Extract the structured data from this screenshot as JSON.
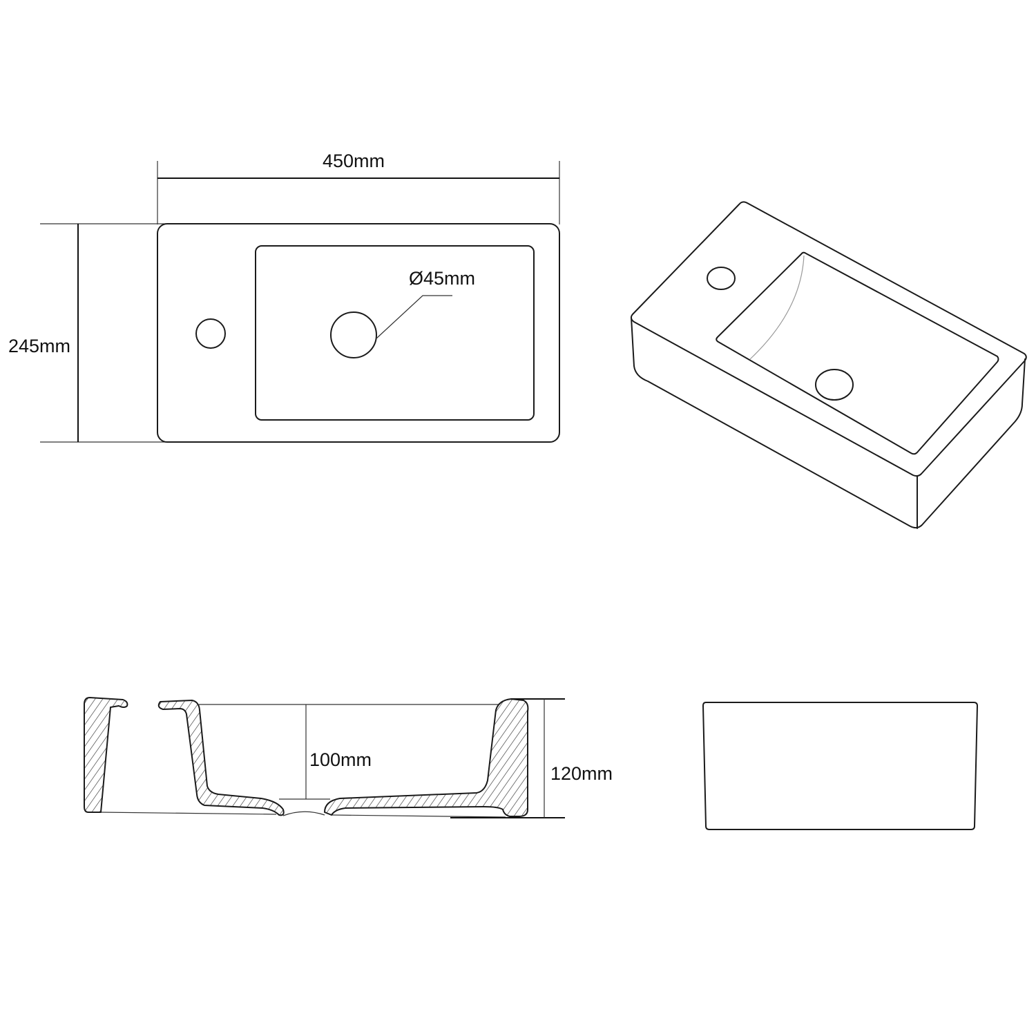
{
  "plan_view": {
    "width_label": "450mm",
    "depth_label": "245mm",
    "drain_diameter_label": "Ø45mm"
  },
  "section_view": {
    "basin_depth_label": "100mm",
    "total_height_label": "120mm"
  },
  "colors": {
    "line": "#1a1a1a",
    "background": "#ffffff"
  }
}
